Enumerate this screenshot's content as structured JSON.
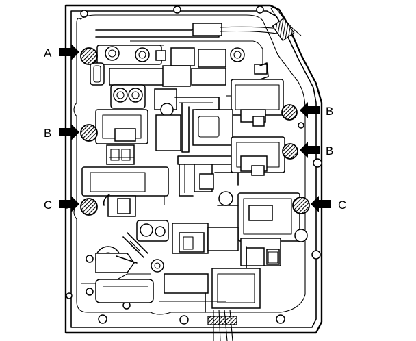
{
  "diagram": {
    "callouts": [
      {
        "id": "A1",
        "label": "A",
        "side": "left"
      },
      {
        "id": "B1",
        "label": "B",
        "side": "left"
      },
      {
        "id": "C1",
        "label": "C",
        "side": "left"
      },
      {
        "id": "B2",
        "label": "B",
        "side": "right"
      },
      {
        "id": "B3",
        "label": "B",
        "side": "right"
      },
      {
        "id": "C2",
        "label": "C",
        "side": "right"
      }
    ]
  }
}
